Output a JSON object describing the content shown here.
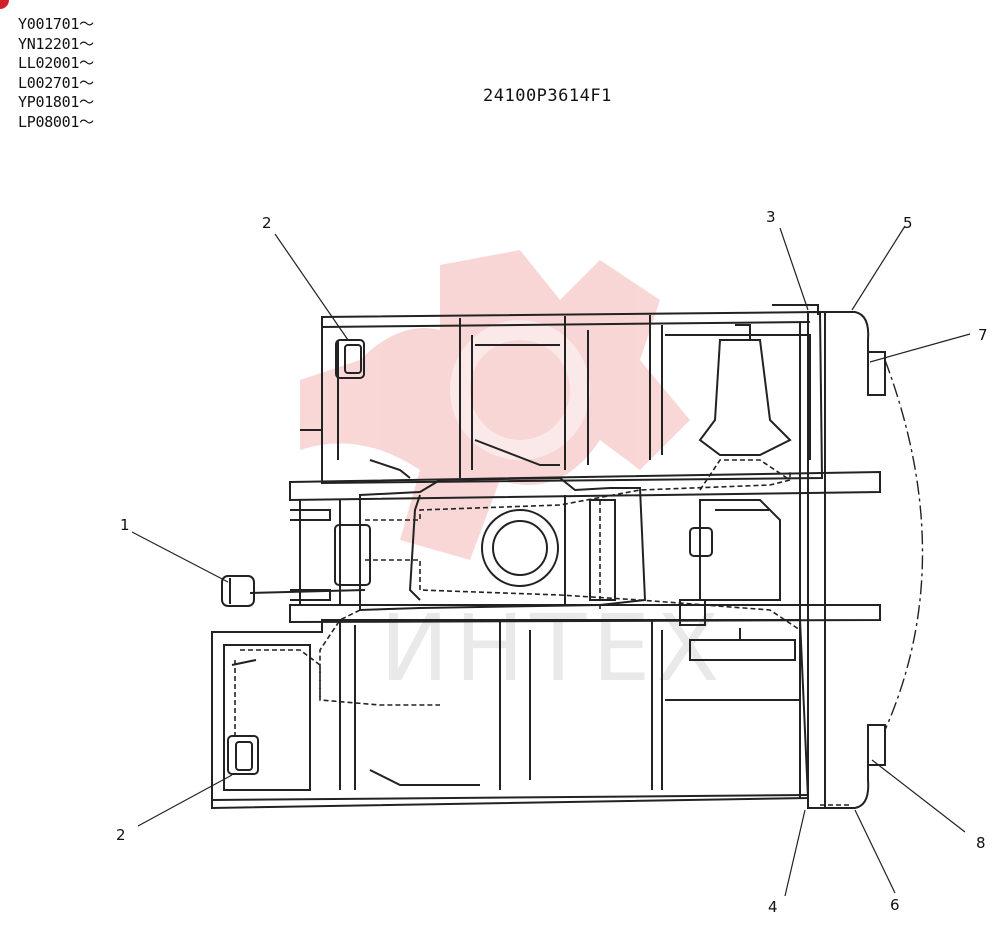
{
  "serial_ranges": [
    "Y001701～",
    "YN12201～",
    "LL02001～",
    "L002701～",
    "YP01801～",
    "LP08001～"
  ],
  "part_number": "24100P3614F1",
  "watermark": {
    "text": "ИНТЕХ",
    "color": "#f2c0c0"
  },
  "callouts": {
    "c1": "1",
    "c2_top": "2",
    "c2_bottom": "2",
    "c3": "3",
    "c4": "4",
    "c5": "5",
    "c6": "6",
    "c7": "7",
    "c8": "8"
  },
  "icons": {
    "corner": "red-circle-icon"
  }
}
